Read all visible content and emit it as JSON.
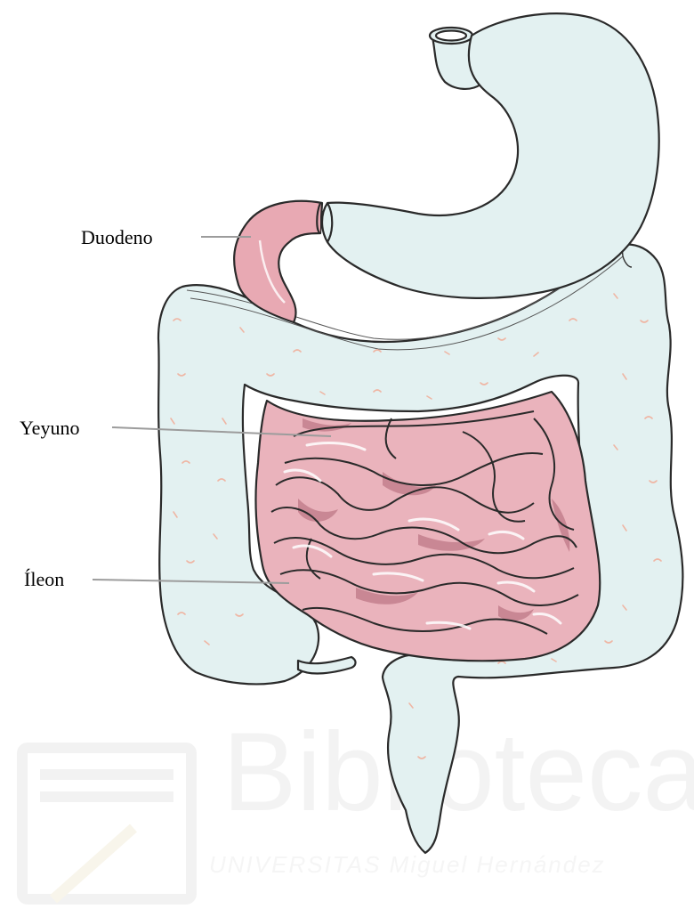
{
  "labels": {
    "duodeno": "Duodeno",
    "yeyuno": "Yeyuno",
    "ileon": "Íleon"
  },
  "watermark": {
    "main": "Biblioteca",
    "sub": "UNIVERSITAS Miguel Hernández"
  },
  "colors": {
    "stomach_colon_fill": "#e3f1f1",
    "intestine_fill": "#eab3bc",
    "intestine_dark": "#c98794",
    "duodenum_fill": "#e8a9b3",
    "outline": "#2a2a2a",
    "leader_line": "#9c9c9c",
    "colon_marks": "#efb6a4"
  }
}
